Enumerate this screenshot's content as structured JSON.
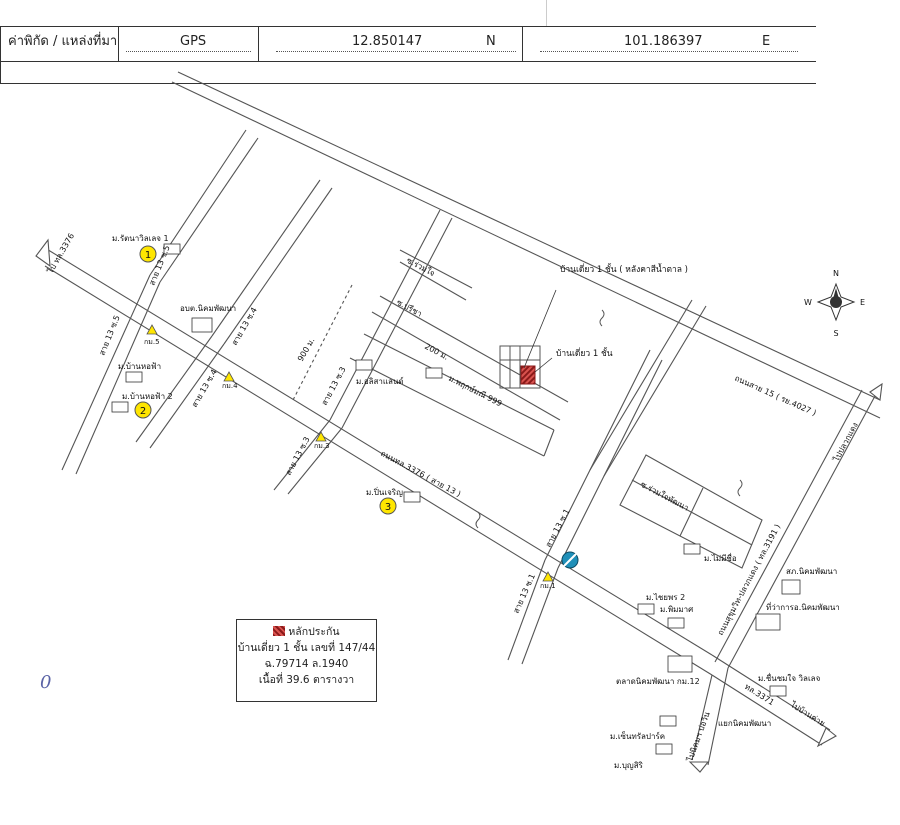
{
  "header": {
    "coord_label": "ค่าพิกัด / แหล่งที่มา",
    "source": "GPS",
    "lat": "12.850147",
    "lat_dir": "N",
    "lon": "101.186397",
    "lon_dir": "E"
  },
  "map": {
    "roads": {
      "soi_13_5": "สาย 13 ซ.5",
      "soi_13_5b": "สาย 13 ซ.5",
      "soi_13_4": "สาย 13 ซ.4",
      "soi_13_4b": "สาย 13 ซ.4",
      "soi_13_3": "สาย 13 ซ.3",
      "soi_13_3b": "สาย 13 ซ.3",
      "soi_13_1": "สาย 13 ซ.1",
      "soi_13_1b": "สาย 13 ซ.1",
      "road_3376": "ถนนทล.3376 ( สาย 13 )",
      "to_3376": "ไป ทล.3376",
      "road_15": "ถนนสาย 15 ( รย.4027 )",
      "road_3191": "ถนนสุขุมวิท-ปลวกแดง ( ทล.3191 )",
      "to_pluakdaeng": "ไปปลวกแดง",
      "to_3371": "ทล.3371",
      "to_bankhai": "ไปบ้านค่าย",
      "to_nikhom_north": "ไปนิคมฯ บ่อวิน",
      "soi_ruamjai": "ซ.ร่วมใจ",
      "soi_pricha": "ซ.ปรีชา",
      "soi_ruamjai_phatthana": "ซ.ร่วมใจพัฒนา",
      "intersection": "แยกนิคมพัฒนา"
    },
    "distances": {
      "d900": "900 ม.",
      "d200": "200 ม."
    },
    "places": {
      "rattanavillage": "ม.รัตนาวิลเลจ 1",
      "obt_nikhom": "อบต.นิคมพัฒนา",
      "banhomfa": "ม.บ้านหอฟ้า",
      "banhomfa2": "ม.บ้านหอฟ้า 2",
      "arisaland": "ม.อลิสาแลนด์",
      "pruksa": "ม.พฤกษ์มณี 999",
      "pinjaroen": "ม.ปิ่นเจริญ",
      "maimeechue": "ม.ไม่มีชื่อ",
      "chaiyaporn2": "ม.ไชยพร 2",
      "phimarn": "ม.พิมมาศ",
      "police": "สภ.นิคมพัฒนา",
      "district_office": "ที่ว่าการอ.นิคมพัฒนา",
      "market": "ตลาดนิคมพัฒนา กม.12",
      "chuenchomjai": "ม.ชื่นชมใจ วิลเลจ",
      "centralpark": "ม.เซ็นทรัลปาร์ค",
      "boonsiri": "ม.บุญสิริ"
    },
    "km_markers": {
      "km5": "กม.5",
      "km4": "กม.4",
      "km3": "กม.3",
      "km1": "กม.1"
    },
    "callouts": {
      "house_brown": "บ้านเดี่ยว 1 ชั้น ( หลังคาสีน้ำตาล )",
      "house": "บ้านเดี่ยว 1 ชั้น"
    },
    "numbers": {
      "n1": "1",
      "n2": "2",
      "n3": "3"
    },
    "compass": {
      "n": "N",
      "s": "S",
      "e": "E",
      "w": "W"
    },
    "colors": {
      "road": "#555555",
      "marker_yellow": "#ffe600",
      "collateral": "#a52a2a",
      "gas_station": "#1f8fb8"
    }
  },
  "legend": {
    "title": "หลักประกัน",
    "line1": "บ้านเดี่ยว 1 ชั้น เลขที่ 147/44",
    "line2": "ฉ.79714 ล.1940",
    "line3": "เนื้อที่ 39.6 ตารางวา"
  },
  "annotation": {
    "handwritten_zero": "0"
  }
}
